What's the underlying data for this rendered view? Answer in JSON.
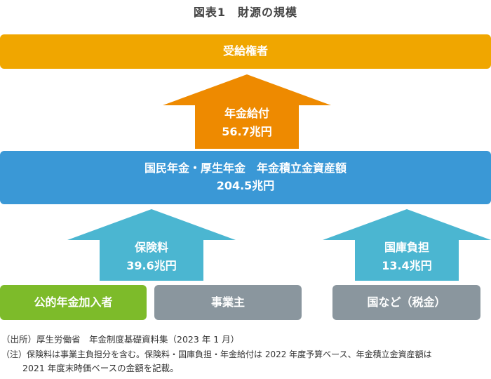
{
  "title": "図表1　財源の規模",
  "colors": {
    "orange": "#F0A600",
    "orange_arrow": "#EE8A00",
    "blue": "#3A98D6",
    "teal": "#4BB6D1",
    "green": "#7DBB2A",
    "gray": "#8A969E"
  },
  "recipients": {
    "label": "受給権者"
  },
  "benefit_arrow": {
    "label": "年金給付",
    "value": "56.7兆円"
  },
  "fund": {
    "label": "国民年金・厚生年金　年金積立金資産額",
    "value": "204.5兆円"
  },
  "premium_arrow": {
    "label": "保険料",
    "value": "39.6兆円"
  },
  "treasury_arrow": {
    "label": "国庫負担",
    "value": "13.4兆円"
  },
  "sources": {
    "subscribers": "公的年金加入者",
    "employers": "事業主",
    "tax": "国など（税金）"
  },
  "notes": {
    "source": "（出所）厚生労働省　年金制度基礎資料集（2023 年 1 月）",
    "note_line1": "（注）保険料は事業主負担分を含む。保険料・国庫負担・年金給付は 2022 年度予算ベース、年金積立金資産額は",
    "note_line2": "2021 年度末時価ベースの金額を記載。"
  }
}
